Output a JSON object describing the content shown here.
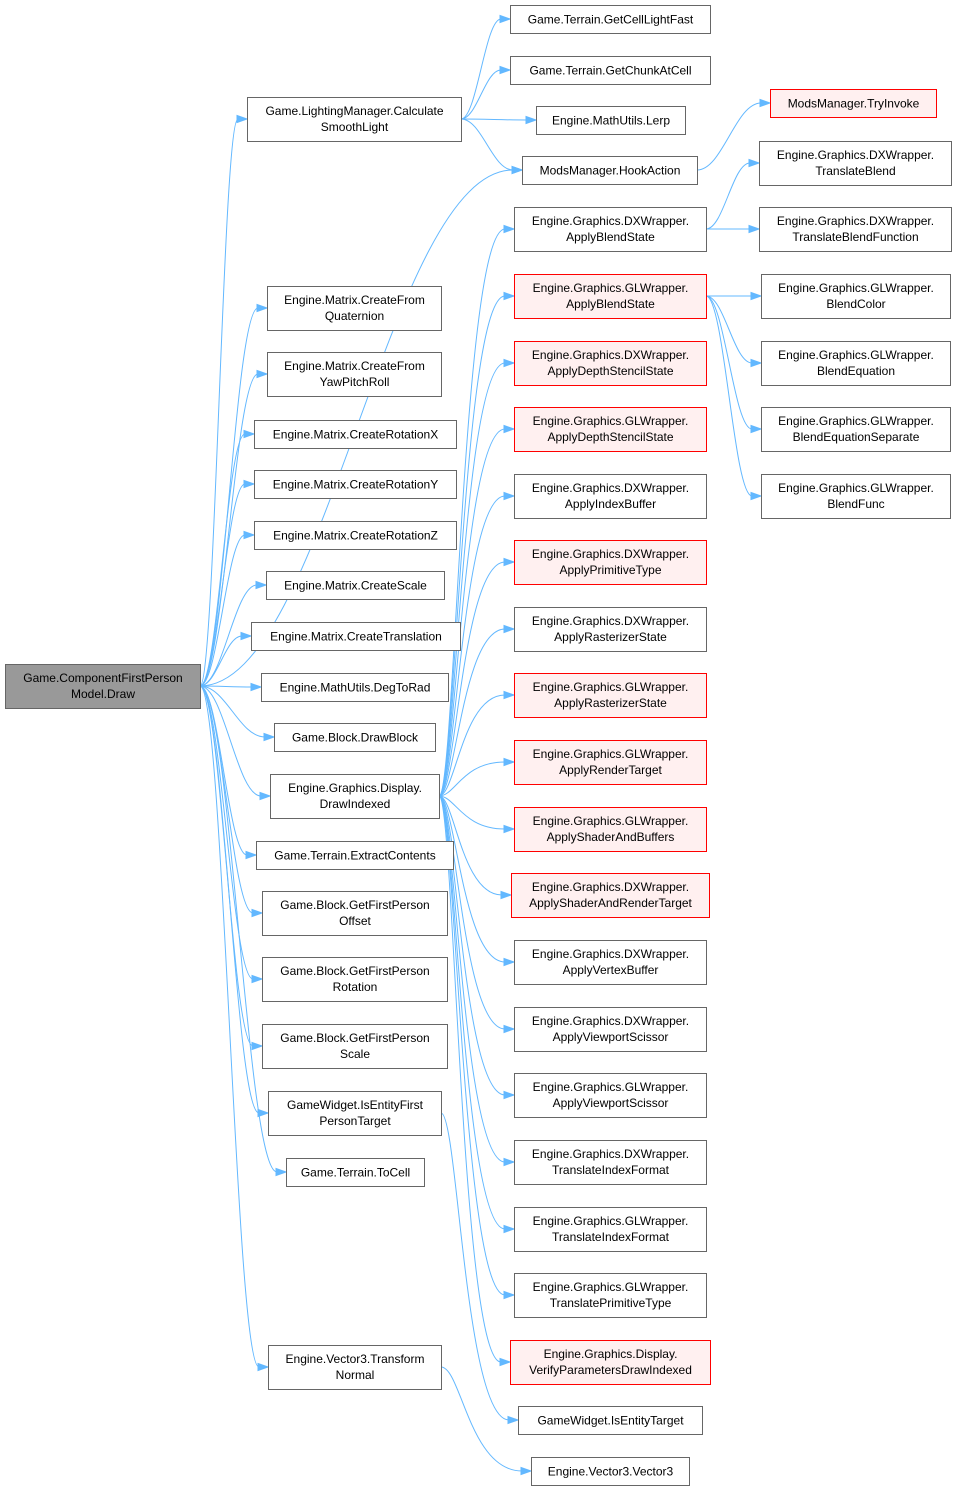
{
  "colors": {
    "edge": "#63b8ff",
    "node_border": "#666666",
    "node_fill": "#ffffff",
    "root_fill": "#999999",
    "root_border": "#666666",
    "truncated_border": "#ff0000",
    "truncated_fill": "#fff0f0"
  },
  "nodes": {
    "root": [
      "Game.ComponentFirstPerson",
      "Model.Draw"
    ],
    "calcsmooth": [
      "Game.LightingManager.Calculate",
      "SmoothLight"
    ],
    "getcelllight": [
      "Game.Terrain.GetCellLightFast"
    ],
    "getchunk": [
      "Game.Terrain.GetChunkAtCell"
    ],
    "lerp": [
      "Engine.MathUtils.Lerp"
    ],
    "hookaction": [
      "ModsManager.HookAction"
    ],
    "tryinvoke": [
      "ModsManager.TryInvoke"
    ],
    "dxtransblend": [
      "Engine.Graphics.DXWrapper.",
      "TranslateBlend"
    ],
    "dxapplyblend": [
      "Engine.Graphics.DXWrapper.",
      "ApplyBlendState"
    ],
    "dxtransblendfn": [
      "Engine.Graphics.DXWrapper.",
      "TranslateBlendFunction"
    ],
    "glapplyblend": [
      "Engine.Graphics.GLWrapper.",
      "ApplyBlendState"
    ],
    "glblendcolor": [
      "Engine.Graphics.GLWrapper.",
      "BlendColor"
    ],
    "glblendeq": [
      "Engine.Graphics.GLWrapper.",
      "BlendEquation"
    ],
    "glblendeqsep": [
      "Engine.Graphics.GLWrapper.",
      "BlendEquationSeparate"
    ],
    "glblendfunc": [
      "Engine.Graphics.GLWrapper.",
      "BlendFunc"
    ],
    "createfromquat": [
      "Engine.Matrix.CreateFrom",
      "Quaternion"
    ],
    "createfromypr": [
      "Engine.Matrix.CreateFrom",
      "YawPitchRoll"
    ],
    "createrotx": [
      "Engine.Matrix.CreateRotationX"
    ],
    "createroty": [
      "Engine.Matrix.CreateRotationY"
    ],
    "createrotz": [
      "Engine.Matrix.CreateRotationZ"
    ],
    "createscale": [
      "Engine.Matrix.CreateScale"
    ],
    "createtrans": [
      "Engine.Matrix.CreateTranslation"
    ],
    "degtorad": [
      "Engine.MathUtils.DegToRad"
    ],
    "drawblock": [
      "Game.Block.DrawBlock"
    ],
    "drawindexed": [
      "Engine.Graphics.Display.",
      "DrawIndexed"
    ],
    "extract": [
      "Game.Terrain.ExtractContents"
    ],
    "getfpoffset": [
      "Game.Block.GetFirstPerson",
      "Offset"
    ],
    "getfprot": [
      "Game.Block.GetFirstPerson",
      "Rotation"
    ],
    "getfpscale": [
      "Game.Block.GetFirstPerson",
      "Scale"
    ],
    "isentityfp": [
      "GameWidget.IsEntityFirst",
      "PersonTarget"
    ],
    "tocell": [
      "Game.Terrain.ToCell"
    ],
    "transnormal": [
      "Engine.Vector3.Transform",
      "Normal"
    ],
    "dxdepth": [
      "Engine.Graphics.DXWrapper.",
      "ApplyDepthStencilState"
    ],
    "gldepth": [
      "Engine.Graphics.GLWrapper.",
      "ApplyDepthStencilState"
    ],
    "dxindexbuf": [
      "Engine.Graphics.DXWrapper.",
      "ApplyIndexBuffer"
    ],
    "dxprim": [
      "Engine.Graphics.DXWrapper.",
      "ApplyPrimitiveType"
    ],
    "dxraster": [
      "Engine.Graphics.DXWrapper.",
      "ApplyRasterizerState"
    ],
    "glraster": [
      "Engine.Graphics.GLWrapper.",
      "ApplyRasterizerState"
    ],
    "glrender": [
      "Engine.Graphics.GLWrapper.",
      "ApplyRenderTarget"
    ],
    "glshader": [
      "Engine.Graphics.GLWrapper.",
      "ApplyShaderAndBuffers"
    ],
    "dxshader": [
      "Engine.Graphics.DXWrapper.",
      "ApplyShaderAndRenderTarget"
    ],
    "dxvertex": [
      "Engine.Graphics.DXWrapper.",
      "ApplyVertexBuffer"
    ],
    "dxviewport": [
      "Engine.Graphics.DXWrapper.",
      "ApplyViewportScissor"
    ],
    "glviewport": [
      "Engine.Graphics.GLWrapper.",
      "ApplyViewportScissor"
    ],
    "dxtransidx": [
      "Engine.Graphics.DXWrapper.",
      "TranslateIndexFormat"
    ],
    "gltransidx": [
      "Engine.Graphics.GLWrapper.",
      "TranslateIndexFormat"
    ],
    "gltransprim": [
      "Engine.Graphics.GLWrapper.",
      "TranslatePrimitiveType"
    ],
    "verify": [
      "Engine.Graphics.Display.",
      "VerifyParametersDrawIndexed"
    ],
    "isentitytarget": [
      "GameWidget.IsEntityTarget"
    ],
    "vector3": [
      "Engine.Vector3.Vector3"
    ]
  }
}
